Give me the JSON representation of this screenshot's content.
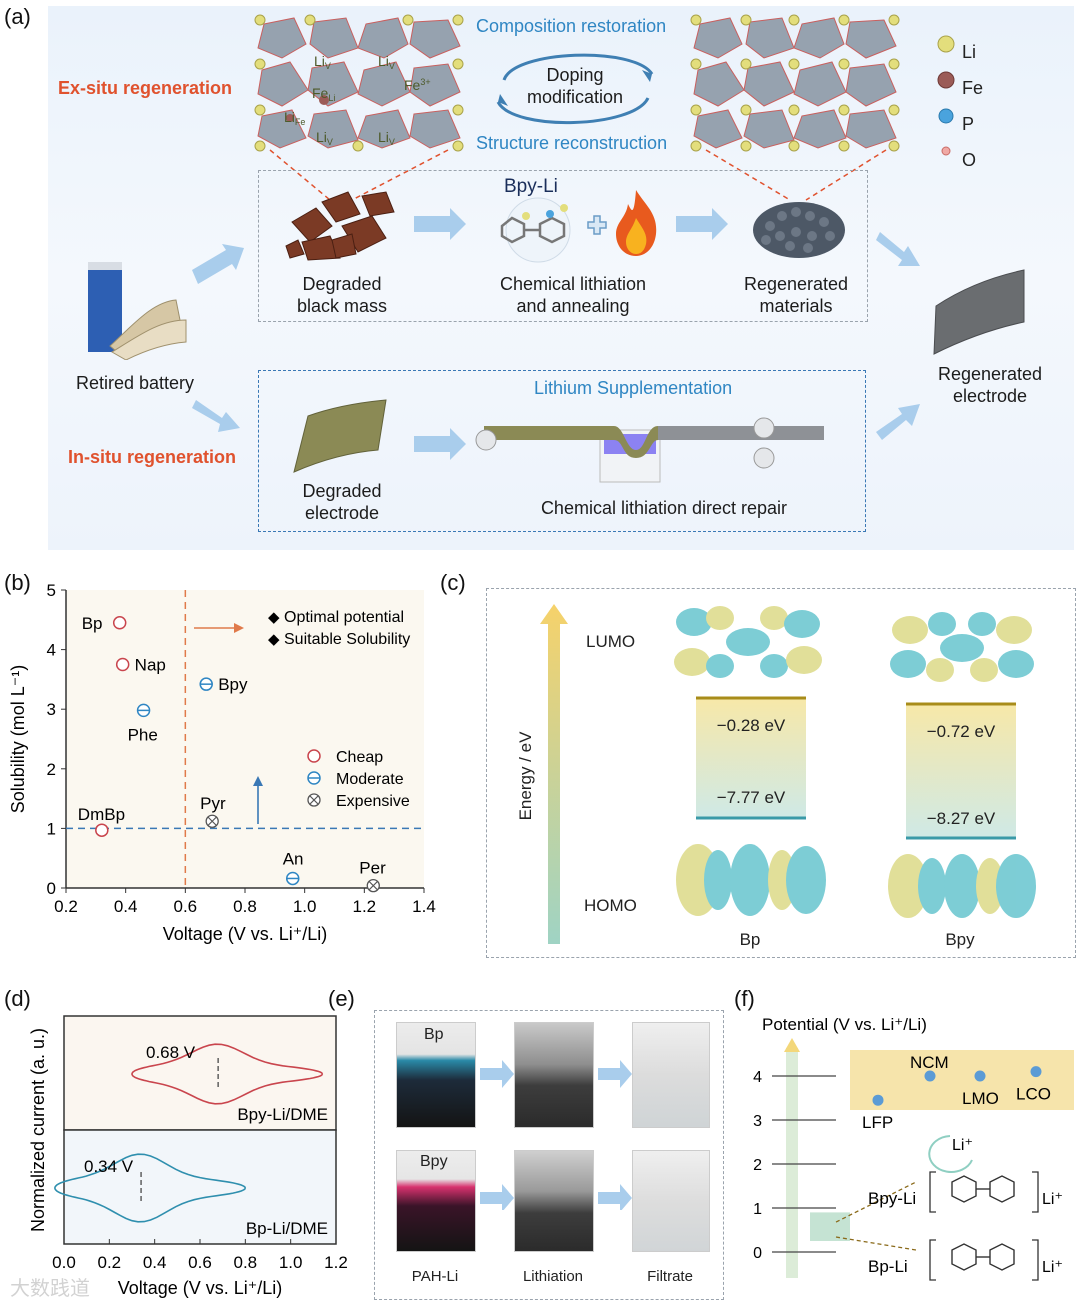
{
  "panel_a": {
    "label": "(a)",
    "ex_situ": "Ex-situ regeneration",
    "in_situ": "In-situ regeneration",
    "composition_restoration": "Composition restoration",
    "structure_reconstruction": "Structure reconstruction",
    "doping_line1": "Doping",
    "doping_line2": "modification",
    "defect_labels": [
      "Li",
      "Li",
      "Fe",
      "Fe",
      "Li",
      "Li",
      "Li"
    ],
    "legend": [
      "Li",
      "Fe",
      "P",
      "O"
    ],
    "legend_colors": [
      "#e3de7c",
      "#9b5b57",
      "#4aa3dd",
      "#f0a9a5"
    ],
    "bpy_li": "Bpy-Li",
    "degraded_black_mass_1": "Degraded",
    "degraded_black_mass_2": "black mass",
    "chem_lith_1": "Chemical lithiation",
    "chem_lith_2": "and annealing",
    "regen_mat_1": "Regenerated",
    "regen_mat_2": "materials",
    "retired_battery": "Retired battery",
    "regen_electrode_1": "Regenerated",
    "regen_electrode_2": "electrode",
    "lithium_supp": "Lithium Supplementation",
    "degraded_electrode_1": "Degraded",
    "degraded_electrode_2": "electrode",
    "direct_repair": "Chemical lithiation direct repair"
  },
  "panel_b": {
    "label": "(b)",
    "legend_optimal": "Optimal potential",
    "legend_solubility": "Suitable Solubility",
    "cost_legend": [
      "Cheap",
      "Moderate",
      "Expensive"
    ],
    "chart_data": {
      "type": "scatter",
      "xlabel": "Voltage (V vs. Li⁺/Li)",
      "ylabel": "Solubility (mol L⁻¹)",
      "xlim": [
        0.2,
        1.4
      ],
      "ylim": [
        0,
        5
      ],
      "xticks": [
        "0.2",
        "0.4",
        "0.6",
        "0.8",
        "1.0",
        "1.2",
        "1.4"
      ],
      "yticks": [
        "0",
        "1",
        "2",
        "3",
        "4",
        "5"
      ],
      "vline_x": 0.6,
      "hline_y": 1.0,
      "points": [
        {
          "label": "Bp",
          "x": 0.38,
          "y": 4.45,
          "cost": "Cheap"
        },
        {
          "label": "Nap",
          "x": 0.39,
          "y": 3.75,
          "cost": "Cheap"
        },
        {
          "label": "Phe",
          "x": 0.46,
          "y": 2.98,
          "cost": "Moderate"
        },
        {
          "label": "Bpy",
          "x": 0.67,
          "y": 3.42,
          "cost": "Moderate"
        },
        {
          "label": "DmBp",
          "x": 0.32,
          "y": 0.97,
          "cost": "Cheap"
        },
        {
          "label": "Pyr",
          "x": 0.69,
          "y": 1.12,
          "cost": "Expensive"
        },
        {
          "label": "An",
          "x": 0.96,
          "y": 0.16,
          "cost": "Moderate"
        },
        {
          "label": "Per",
          "x": 1.23,
          "y": 0.04,
          "cost": "Expensive"
        }
      ]
    }
  },
  "panel_c": {
    "label": "(c)",
    "lumo": "LUMO",
    "homo": "HOMO",
    "energy_axis": "Energy / eV",
    "molecules": [
      {
        "name": "Bp",
        "lumo": "−0.28 eV",
        "homo": "−7.77 eV"
      },
      {
        "name": "Bpy",
        "lumo": "−0.72 eV",
        "homo": "−8.27 eV"
      }
    ]
  },
  "panel_d": {
    "label": "(d)",
    "chart_data": {
      "type": "line",
      "xlabel": "Voltage (V vs. Li⁺/Li)",
      "ylabel": "Normalized current (a. u.)",
      "xlim": [
        0.0,
        1.2
      ],
      "xticks": [
        "0.0",
        "0.2",
        "0.4",
        "0.6",
        "0.8",
        "1.0",
        "1.2"
      ],
      "series": [
        {
          "name": "Bpy-Li/DME",
          "e_half": 0.68,
          "annotation": "0.68 V",
          "color": "#c9454d"
        },
        {
          "name": "Bp-Li/DME",
          "e_half": 0.34,
          "annotation": "0.34 V",
          "color": "#2f8fae"
        }
      ]
    }
  },
  "panel_e": {
    "label": "(e)",
    "row_labels": [
      "Bp",
      "Bpy"
    ],
    "captions": [
      "PAH-Li",
      "Lithiation",
      "Filtrate"
    ]
  },
  "panel_f": {
    "label": "(f)",
    "axis_title": "Potential (V vs. Li⁺/Li)",
    "ticks": [
      "0",
      "1",
      "2",
      "3",
      "4"
    ],
    "cathodes": [
      {
        "name": "LFP",
        "v": 3.45
      },
      {
        "name": "NCM",
        "v": 4.0
      },
      {
        "name": "LMO",
        "v": 4.0
      },
      {
        "name": "LCO",
        "v": 4.1
      }
    ],
    "li_plus": "Li⁺",
    "reagents": [
      {
        "name": "Bpy-Li",
        "v": 0.68
      },
      {
        "name": "Bp-Li",
        "v": 0.34
      }
    ],
    "counter_ion": "Li⁺"
  },
  "watermark": "大数践道"
}
